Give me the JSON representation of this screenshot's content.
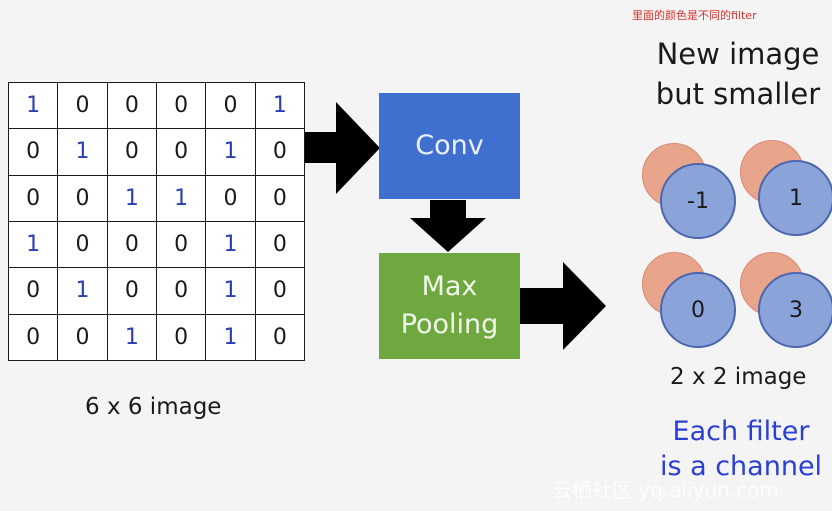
{
  "input_matrix": {
    "rows": [
      [
        "1",
        "0",
        "0",
        "0",
        "0",
        "1"
      ],
      [
        "0",
        "1",
        "0",
        "0",
        "1",
        "0"
      ],
      [
        "0",
        "0",
        "1",
        "1",
        "0",
        "0"
      ],
      [
        "1",
        "0",
        "0",
        "0",
        "1",
        "0"
      ],
      [
        "0",
        "1",
        "0",
        "0",
        "1",
        "0"
      ],
      [
        "0",
        "0",
        "1",
        "0",
        "1",
        "0"
      ]
    ],
    "caption": "6 x 6 image"
  },
  "conv_box": {
    "label": "Conv"
  },
  "maxpool_box": {
    "label_line1": "Max",
    "label_line2": "Pooling"
  },
  "top_note": "里面的颜色是不同的filter",
  "right_title": {
    "line1": "New image",
    "line2": "but smaller"
  },
  "output_values": [
    "-1",
    "1",
    "0",
    "3"
  ],
  "output_caption": "2 x 2 image",
  "channel_note": {
    "line1": "Each filter",
    "line2": "is a channel"
  },
  "watermark": "云栖社区 yq.aliyun.com",
  "colors": {
    "conv": "#3f6fcf",
    "maxpool": "#6fa83f",
    "one_digit": "#2a3fb0",
    "channel_text": "#2a3fd6",
    "circle_front": "#8aa4da",
    "circle_back": "#e9a48c",
    "note_red": "#d8322b"
  }
}
